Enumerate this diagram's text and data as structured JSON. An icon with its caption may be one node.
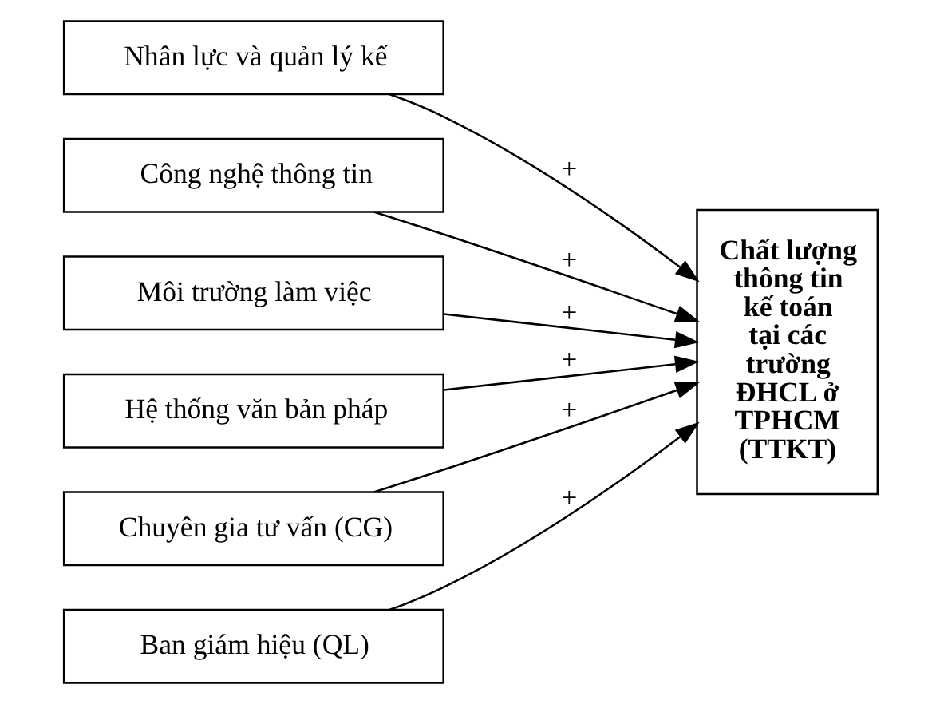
{
  "diagram": {
    "nodes": [
      {
        "text": [
          "Nhân lực và quản lý kế"
        ]
      },
      {
        "text": [
          "Công nghệ thông tin"
        ]
      },
      {
        "text": [
          "Môi trường làm việc"
        ]
      },
      {
        "text": [
          "Hệ thống văn bản pháp"
        ]
      },
      {
        "text": [
          "Chuyên gia tư vấn (CG)"
        ]
      },
      {
        "text": [
          "Ban giám hiệu (QL)"
        ]
      },
      {
        "text": [
          "Chất lượng thông tin kế toán tại các trường ĐHCL ở TPHCM (TTKT)"
        ]
      }
    ],
    "edges": [
      {
        "from": 0,
        "to": 6,
        "arrow": "to",
        "label": "+"
      },
      {
        "from": 1,
        "to": 6,
        "arrow": "to",
        "label": "+"
      },
      {
        "from": 2,
        "to": 6,
        "arrow": "to",
        "label": "+"
      },
      {
        "from": 3,
        "to": 6,
        "arrow": "to",
        "label": "+"
      },
      {
        "from": 4,
        "to": 6,
        "arrow": "to",
        "label": "+"
      },
      {
        "from": 5,
        "to": 6,
        "arrow": "to",
        "label": "+"
      }
    ]
  }
}
